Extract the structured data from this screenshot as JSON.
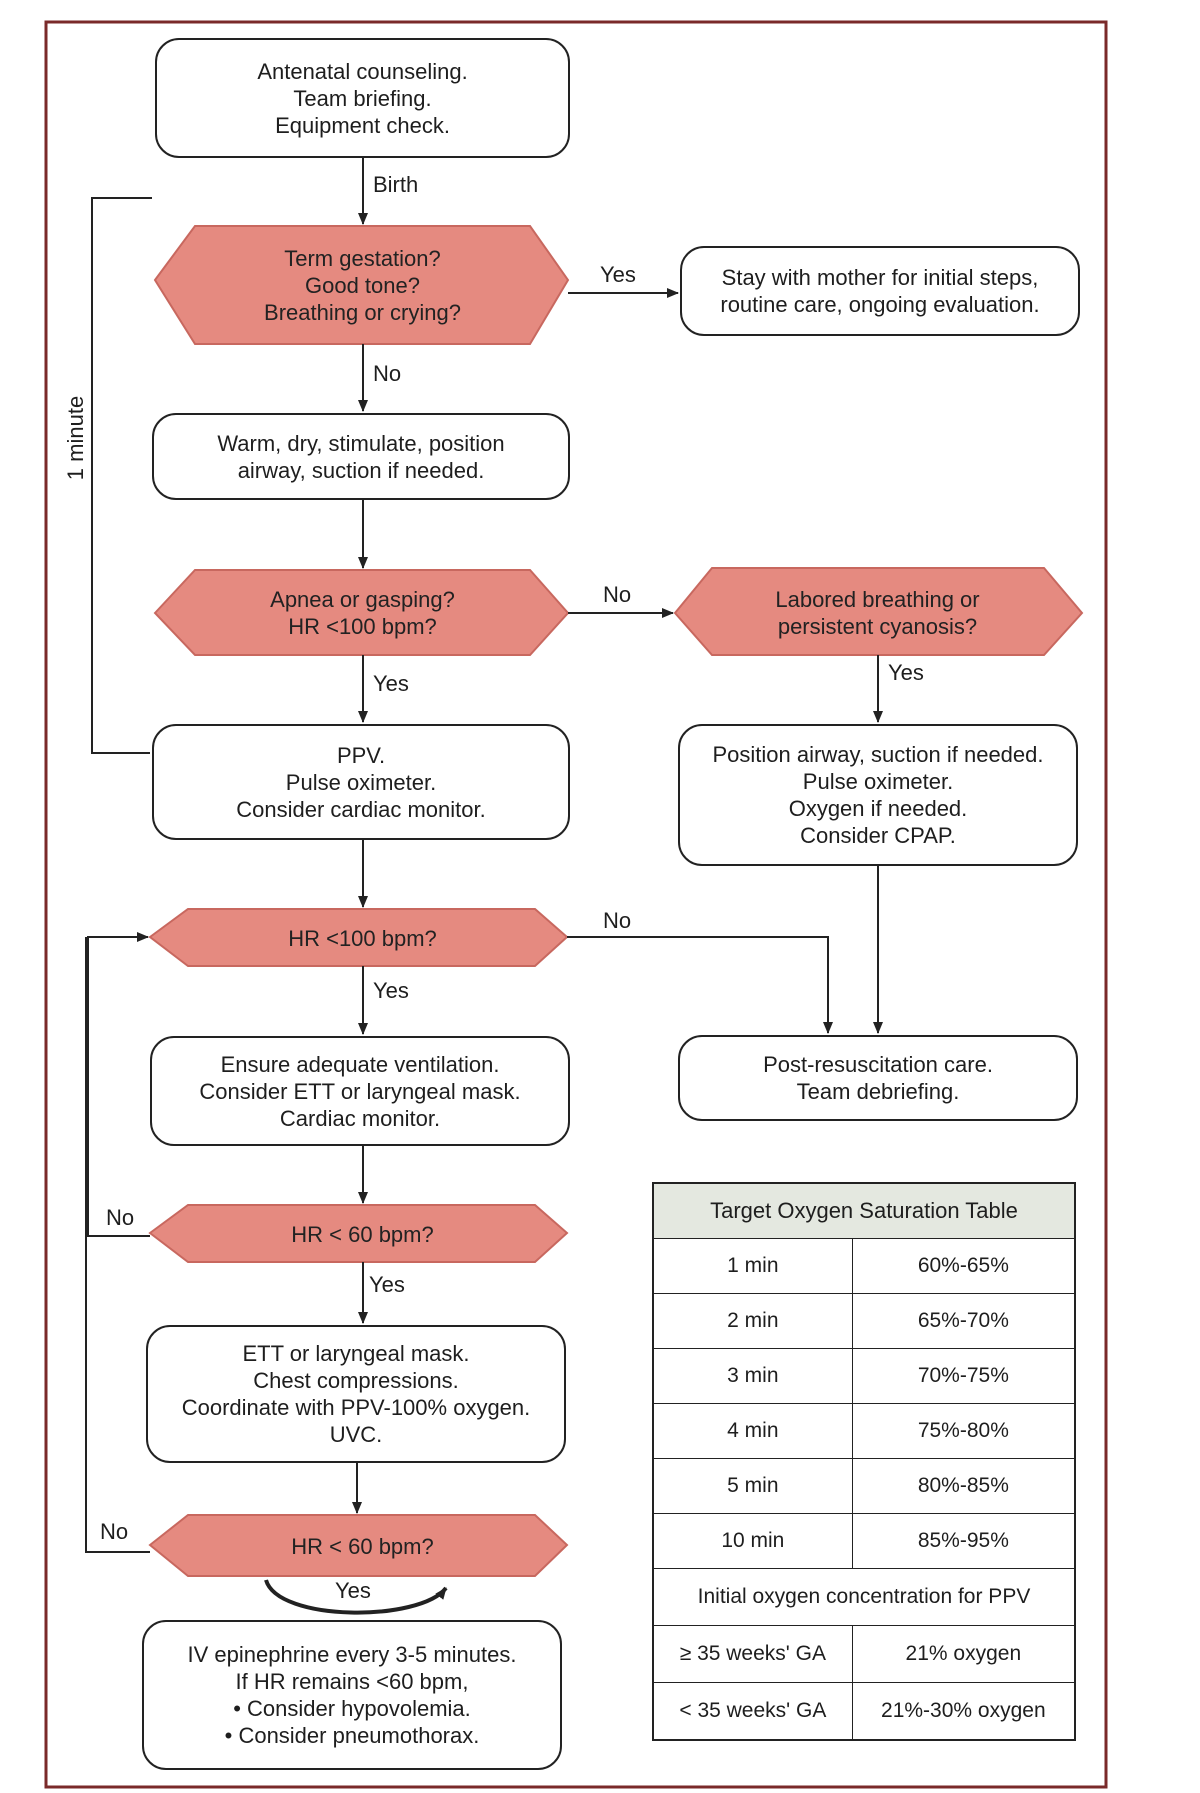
{
  "colors": {
    "decision_fill": "#e58a80",
    "decision_stroke": "#c8685f",
    "frame": "#7a2a2a",
    "line": "#222222"
  },
  "nodes": {
    "antenatal": [
      "Antenatal counseling.",
      "Team briefing.",
      "Equipment check."
    ],
    "term_q": [
      "Term gestation?",
      "Good tone?",
      "Breathing or crying?"
    ],
    "stay": [
      "Stay with mother for initial steps,",
      "routine care, ongoing evaluation."
    ],
    "warm": [
      "Warm, dry, stimulate, position",
      "airway, suction if needed."
    ],
    "apnea_q": [
      "Apnea or gasping?",
      "HR <100 bpm?"
    ],
    "labored_q": [
      "Labored breathing or",
      "persistent cyanosis?"
    ],
    "ppv": [
      "PPV.",
      "Pulse oximeter.",
      "Consider cardiac monitor."
    ],
    "position": [
      "Position airway, suction if needed.",
      "Pulse oximeter.",
      "Oxygen if needed.",
      "Consider CPAP."
    ],
    "hr100_q": [
      "HR <100 bpm?"
    ],
    "post": [
      "Post-resuscitation care.",
      "Team debriefing."
    ],
    "ensure": [
      "Ensure adequate ventilation.",
      "Consider ETT or laryngeal mask.",
      "Cardiac monitor."
    ],
    "hr60_q1": [
      "HR < 60 bpm?"
    ],
    "ett": [
      "ETT or laryngeal mask.",
      "Chest compressions.",
      "Coordinate with PPV-100% oxygen.",
      "UVC."
    ],
    "hr60_q2": [
      "HR < 60 bpm?"
    ],
    "iv": [
      "IV epinephrine every 3-5 minutes.",
      "If HR remains <60 bpm,",
      "• Consider hypovolemia.",
      "• Consider pneumothorax."
    ]
  },
  "labels": {
    "birth": "Birth",
    "yes_term": "Yes",
    "no_term": "No",
    "no_apnea": "No",
    "yes_apnea": "Yes",
    "yes_labored": "Yes",
    "no_hr100": "No",
    "yes_hr100": "Yes",
    "no_hr60a": "No",
    "yes_hr60a": "Yes",
    "no_hr60b": "No",
    "yes_hr60b": "Yes",
    "one_minute": "1 minute"
  },
  "table": {
    "title": "Target Oxygen Saturation Table",
    "rows": [
      [
        "1 min",
        "60%-65%"
      ],
      [
        "2 min",
        "65%-70%"
      ],
      [
        "3 min",
        "70%-75%"
      ],
      [
        "4 min",
        "75%-80%"
      ],
      [
        "5 min",
        "80%-85%"
      ],
      [
        "10 min",
        "85%-95%"
      ]
    ],
    "subheader": "Initial oxygen concentration for PPV",
    "ga_rows": [
      [
        "≥ 35 weeks' GA",
        "21% oxygen"
      ],
      [
        "< 35 weeks' GA",
        "21%-30% oxygen"
      ]
    ]
  }
}
